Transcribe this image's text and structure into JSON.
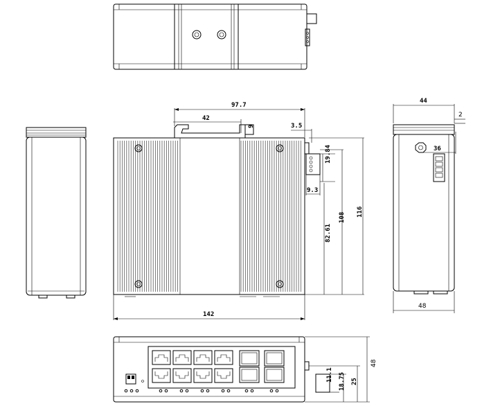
{
  "dimensions": {
    "overall_width": "142",
    "side_width": "48",
    "depth": "44",
    "offset_2": "2",
    "offset_36": "36",
    "rail_97_7": "97.7",
    "rail_42": "42",
    "rail_9": "9",
    "offset_3_5": "3.5",
    "terminal_19_84": "19.84",
    "terminal_9_3": "9.3",
    "height_116": "116",
    "height_108": "108",
    "height_82_61": "82.61",
    "bottom_48": "48",
    "bottom_25": "25",
    "bottom_18_75": "18.75",
    "bottom_11_1": "11.1"
  }
}
